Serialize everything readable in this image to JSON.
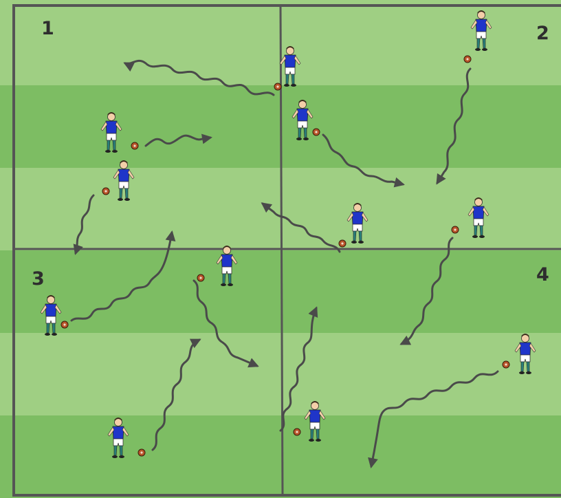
{
  "zone_labels": [
    "1",
    "2",
    "3",
    "4"
  ],
  "colors": {
    "stripe_light": "#9fcf83",
    "stripe_dark": "#7dbd63",
    "field_lines": "#555555",
    "arrows": "#4a4a4a",
    "shirt": "#1f35c9",
    "shirt_light": "#2ea3d6",
    "shorts": "#ffffff",
    "socks": "#2a7f7a",
    "ball": "#b8552a"
  },
  "elements": {
    "players": "player-icon",
    "balls": "ball-icon",
    "dribble_paths": "dribble-arrow"
  }
}
